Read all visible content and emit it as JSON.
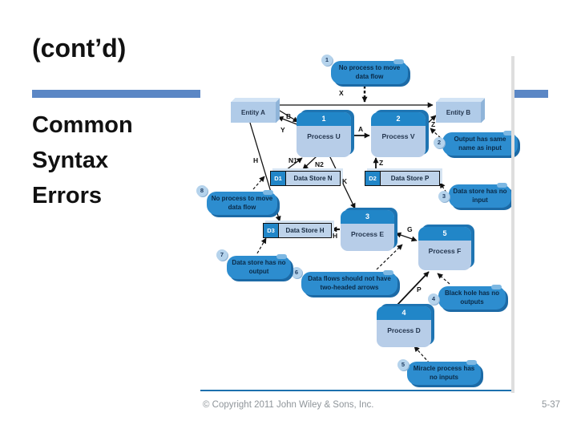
{
  "slide": {
    "title": "(cont’d)",
    "subtitle_lines": [
      "Common",
      "Syntax",
      "Errors"
    ],
    "footer": "© Copyright 2011 John Wiley & Sons, Inc.",
    "page_number": "5-37"
  },
  "colors": {
    "accent_bar": "#5b87c5",
    "process_header": "#2186c8",
    "process_body": "#b7cde8",
    "annotation_fill": "#2d8dcf",
    "annotation_text": "#0a2a47",
    "badge_fill": "#b5d3ec",
    "bottom_rule": "#1d71ae"
  },
  "diagram": {
    "entities": [
      {
        "label": "Entity A"
      },
      {
        "label": "Entity B"
      }
    ],
    "processes": [
      {
        "number": "1",
        "label": "Process U"
      },
      {
        "number": "2",
        "label": "Process V"
      },
      {
        "number": "3",
        "label": "Process E"
      },
      {
        "number": "5",
        "label": "Process F"
      },
      {
        "number": "4",
        "label": "Process D"
      }
    ],
    "data_stores": [
      {
        "id": "D1",
        "label": "Data Store N"
      },
      {
        "id": "D2",
        "label": "Data Store P"
      },
      {
        "id": "D3",
        "label": "Data Store H"
      }
    ],
    "annotations": [
      {
        "number": "1",
        "text": "No process to move data flow"
      },
      {
        "number": "2",
        "text": "Output has same name as input"
      },
      {
        "number": "3",
        "text": "Data store has no input"
      },
      {
        "number": "4",
        "text": "Black hole has no outputs"
      },
      {
        "number": "5",
        "text": "Miracle process has no inputs"
      },
      {
        "number": "6",
        "text": "Data flows should not have two-headed arrows"
      },
      {
        "number": "7",
        "text": "Data store has no output"
      },
      {
        "number": "8",
        "text": "No process to move data flow"
      }
    ],
    "flows": [
      {
        "label": "X"
      },
      {
        "label": "B"
      },
      {
        "label": "Y"
      },
      {
        "label": "A"
      },
      {
        "label": "Z"
      },
      {
        "label": "H"
      },
      {
        "label": "N1"
      },
      {
        "label": "N2"
      },
      {
        "label": "Z"
      },
      {
        "label": "K"
      },
      {
        "label": "H"
      },
      {
        "label": "G"
      },
      {
        "label": "P"
      }
    ]
  }
}
